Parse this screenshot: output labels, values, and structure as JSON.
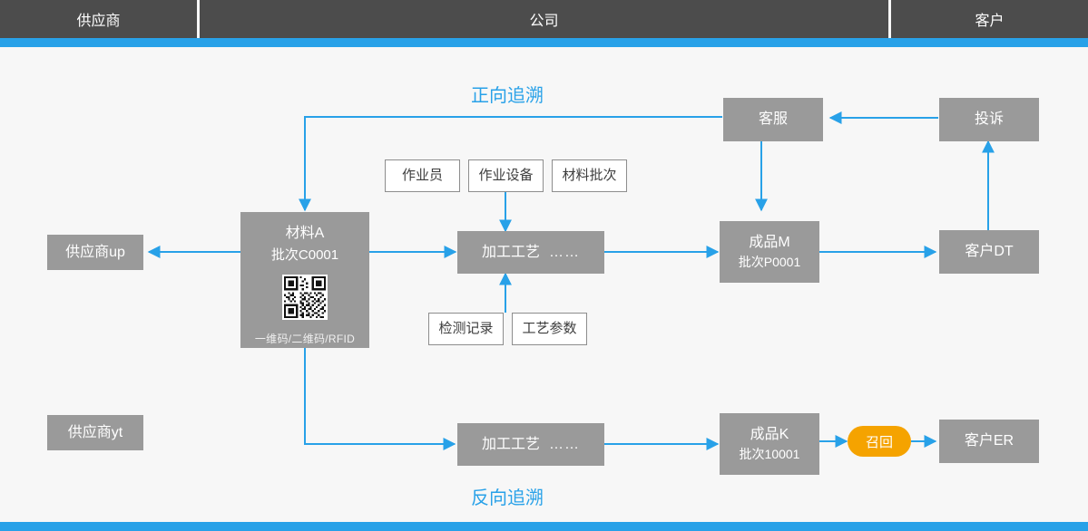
{
  "header": {
    "columns": [
      {
        "label": "供应商"
      },
      {
        "label": "公司"
      },
      {
        "label": "客户"
      }
    ]
  },
  "labels": {
    "forward": "正向追溯",
    "reverse": "反向追溯"
  },
  "nodes": {
    "supplier_up": "供应商up",
    "supplier_yt": "供应商yt",
    "material_a_title": "材料A",
    "material_a_batch": "批次C0001",
    "material_a_codes": "一维码/二维码/RFID",
    "operator": "作业员",
    "equipment": "作业设备",
    "material_batch": "材料批次",
    "inspection_record": "检测记录",
    "process_params": "工艺参数",
    "process_top_name": "加工工艺",
    "process_top_dots": "……",
    "process_bottom_name": "加工工艺",
    "process_bottom_dots": "……",
    "product_m_title": "成品M",
    "product_m_batch": "批次P0001",
    "product_k_title": "成品K",
    "product_k_batch": "批次10001",
    "customer_service": "客服",
    "complaint": "投诉",
    "customer_dt": "客户DT",
    "customer_er": "客户ER",
    "recall": "召回"
  },
  "colors": {
    "accent": "#28a1e8",
    "header": "#4c4c4c",
    "node": "#9a9a9a",
    "recall": "#f5a300",
    "background": "#f7f7f7"
  }
}
